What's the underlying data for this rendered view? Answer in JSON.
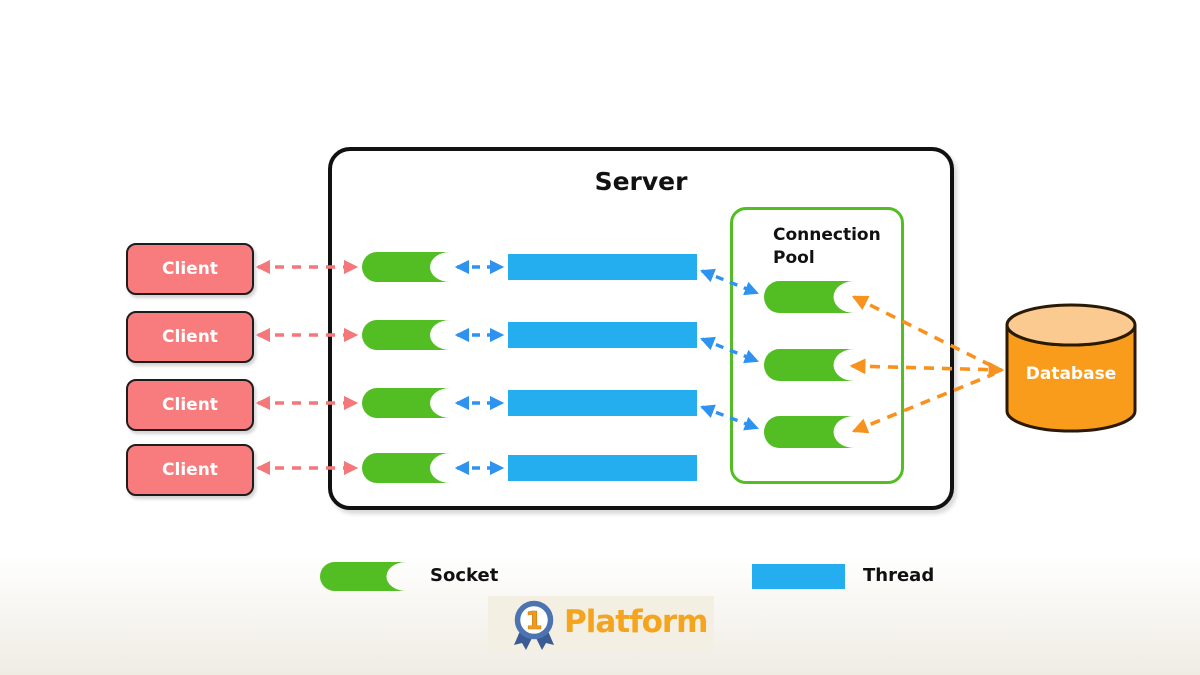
{
  "server": {
    "label": "Server"
  },
  "connection_pool": {
    "label": "Connection Pool"
  },
  "database": {
    "label": "Database"
  },
  "clients": [
    {
      "label": "Client"
    },
    {
      "label": "Client"
    },
    {
      "label": "Client"
    },
    {
      "label": "Client"
    }
  ],
  "legend": [
    {
      "symbol": "socket-shape",
      "label": "Socket"
    },
    {
      "symbol": "thread-shape",
      "label": "Thread"
    }
  ],
  "logo": {
    "badge_number": "1",
    "brand": "Platform"
  },
  "colors": {
    "socket_green": "#52BE23",
    "thread_blue": "#24AEEF",
    "client_pink": "#F87C7E",
    "client_arrow_red": "#F4777A",
    "blue_arrow": "#2E93F0",
    "orange_arrow": "#F7921E",
    "database_body": "#FA9C1B",
    "database_top": "#FBCA91",
    "pool_border_green": "#52BE23",
    "logo_blue": "#4C74B0",
    "logo_orange": "#F5A41F"
  },
  "structure": {
    "rows": 4,
    "pool_sockets": 3,
    "connections": [
      {
        "from": "client-1",
        "to": "socket-1",
        "color": "red",
        "style": "dashed",
        "bidirectional": true
      },
      {
        "from": "client-2",
        "to": "socket-2",
        "color": "red",
        "style": "dashed",
        "bidirectional": true
      },
      {
        "from": "client-3",
        "to": "socket-3",
        "color": "red",
        "style": "dashed",
        "bidirectional": true
      },
      {
        "from": "client-4",
        "to": "socket-4",
        "color": "red",
        "style": "dashed",
        "bidirectional": true
      },
      {
        "from": "socket-1",
        "to": "thread-1",
        "color": "blue",
        "style": "dashed",
        "bidirectional": true
      },
      {
        "from": "socket-2",
        "to": "thread-2",
        "color": "blue",
        "style": "dashed",
        "bidirectional": true
      },
      {
        "from": "socket-3",
        "to": "thread-3",
        "color": "blue",
        "style": "dashed",
        "bidirectional": true
      },
      {
        "from": "socket-4",
        "to": "thread-4",
        "color": "blue",
        "style": "dashed",
        "bidirectional": true
      },
      {
        "from": "thread-1",
        "to": "pool-socket-1",
        "color": "blue",
        "style": "dashed",
        "bidirectional": true
      },
      {
        "from": "thread-2",
        "to": "pool-socket-2",
        "color": "blue",
        "style": "dashed",
        "bidirectional": true
      },
      {
        "from": "thread-3",
        "to": "pool-socket-3",
        "color": "blue",
        "style": "dashed",
        "bidirectional": true
      },
      {
        "from": "pool-socket-1",
        "to": "database",
        "color": "orange",
        "style": "dashed",
        "bidirectional": true
      },
      {
        "from": "pool-socket-2",
        "to": "database",
        "color": "orange",
        "style": "dashed",
        "bidirectional": true
      },
      {
        "from": "pool-socket-3",
        "to": "database",
        "color": "orange",
        "style": "dashed",
        "bidirectional": true
      }
    ]
  }
}
